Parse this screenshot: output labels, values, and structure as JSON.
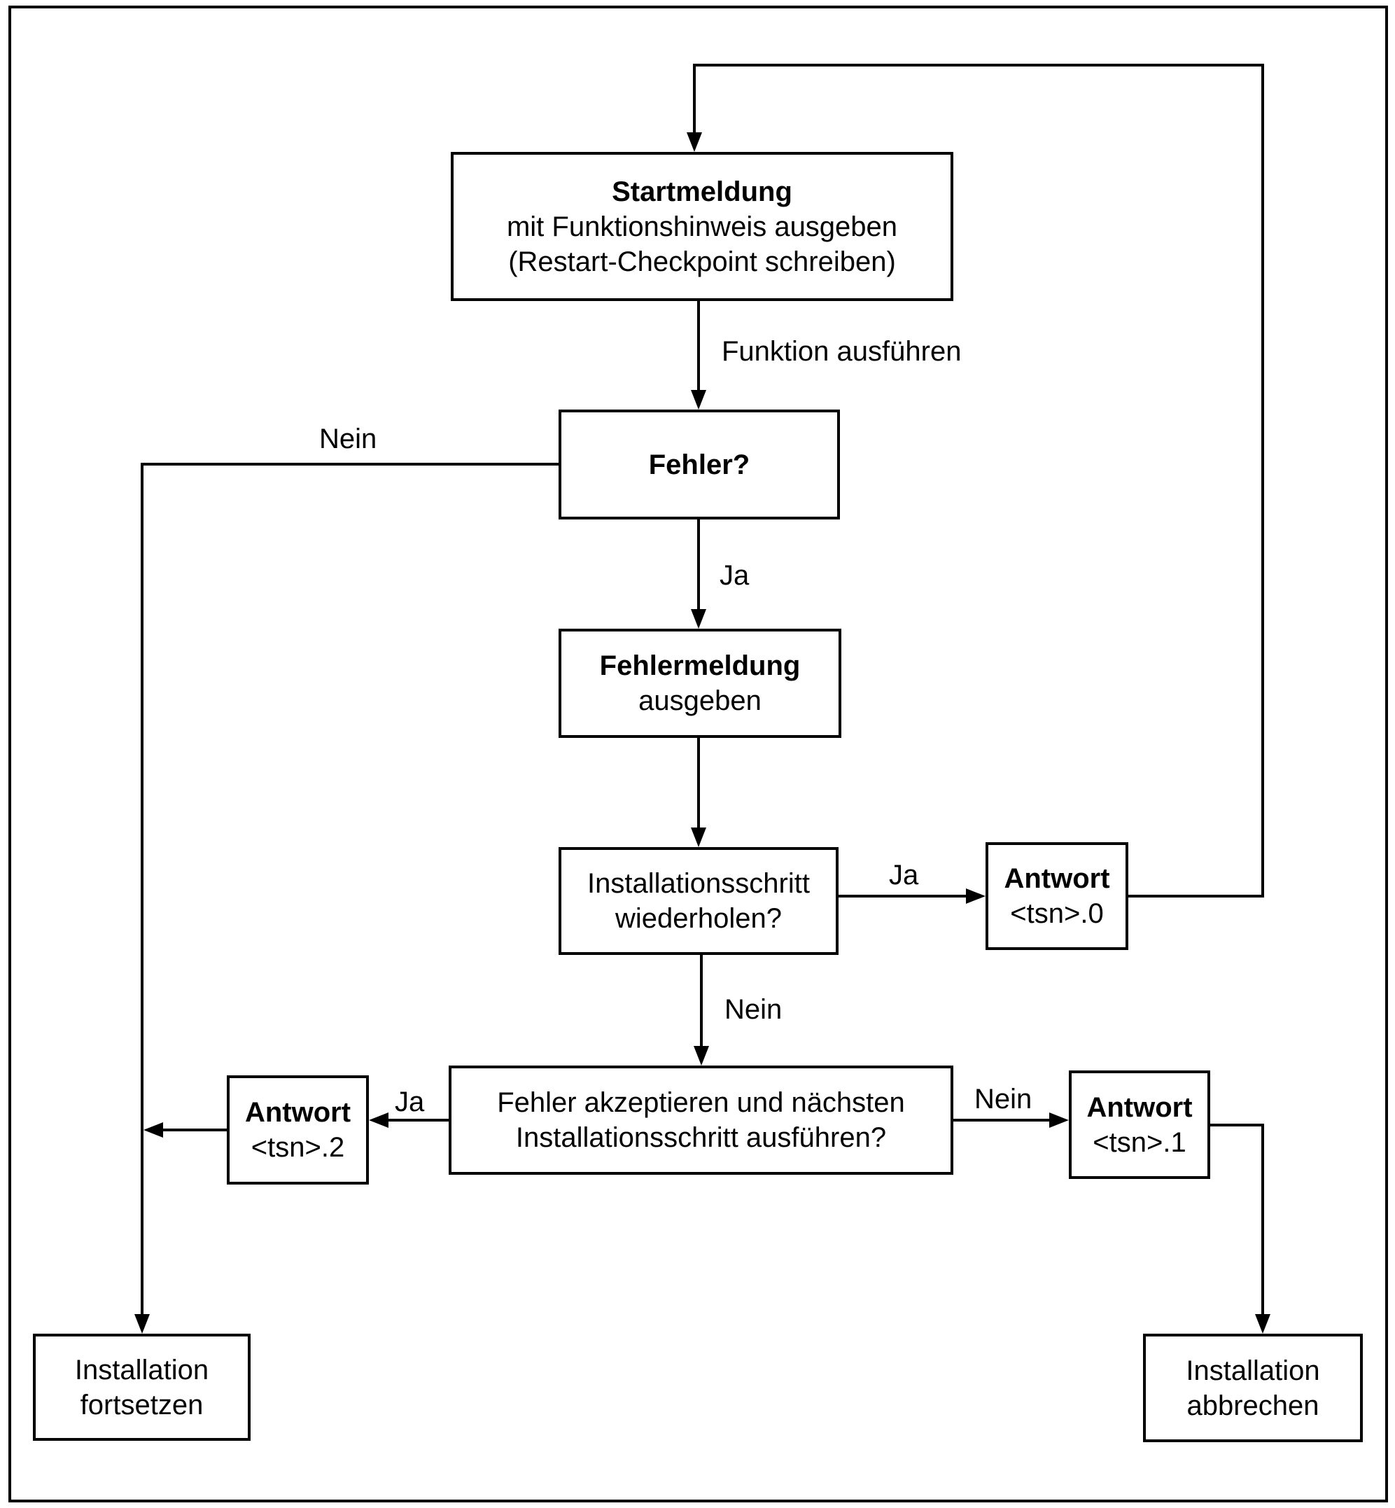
{
  "diagram": {
    "type": "flowchart",
    "language": "de",
    "background_color": "#ffffff",
    "line_color": "#000000",
    "text_color": "#000000"
  },
  "nodes": {
    "start": {
      "lines": [
        "Startmeldung",
        "mit Funktionshinweis ausgeben",
        "(Restart-Checkpoint schreiben)"
      ],
      "emphasis": "first-line-bold"
    },
    "fehler": {
      "lines": [
        "Fehler?"
      ],
      "emphasis": "first-line-bold"
    },
    "fehlermeldung": {
      "lines": [
        "Fehlermeldung",
        "ausgeben"
      ],
      "emphasis": "first-line-bold"
    },
    "schritt": {
      "lines": [
        "Installationsschritt",
        "wiederholen?"
      ],
      "emphasis": "none"
    },
    "antwort0": {
      "lines": [
        "Antwort",
        "<tsn>.0"
      ],
      "emphasis": "first-line-bold"
    },
    "akzeptieren": {
      "lines": [
        "Fehler akzeptieren und nächsten",
        "Installationsschritt ausführen?"
      ],
      "emphasis": "none"
    },
    "antwort2": {
      "lines": [
        "Antwort",
        "<tsn>.2"
      ],
      "emphasis": "first-line-bold"
    },
    "antwort1": {
      "lines": [
        "Antwort",
        "<tsn>.1"
      ],
      "emphasis": "first-line-bold"
    },
    "fortsetzen": {
      "lines": [
        "Installation",
        "fortsetzen"
      ],
      "emphasis": "none"
    },
    "abbrechen": {
      "lines": [
        "Installation",
        "abbrechen"
      ],
      "emphasis": "none"
    }
  },
  "labels": {
    "funktion_ausfuehren": "Funktion ausführen",
    "fehler_ja": "Ja",
    "fehler_nein": "Nein",
    "wiederholen_ja": "Ja",
    "wiederholen_nein": "Nein",
    "akzeptieren_ja": "Ja",
    "akzeptieren_nein": "Nein"
  },
  "edges": [
    {
      "from": "start",
      "to": "fehler",
      "label": "Funktion ausführen"
    },
    {
      "from": "fehler",
      "to": "fehlermeldung",
      "label": "Ja"
    },
    {
      "from": "fehler",
      "to": "fortsetzen",
      "label": "Nein"
    },
    {
      "from": "fehlermeldung",
      "to": "schritt",
      "label": ""
    },
    {
      "from": "schritt",
      "to": "antwort0",
      "label": "Ja"
    },
    {
      "from": "antwort0",
      "to": "start",
      "label": ""
    },
    {
      "from": "schritt",
      "to": "akzeptieren",
      "label": "Nein"
    },
    {
      "from": "akzeptieren",
      "to": "antwort2",
      "label": "Ja"
    },
    {
      "from": "antwort2",
      "to": "fortsetzen",
      "label": ""
    },
    {
      "from": "akzeptieren",
      "to": "antwort1",
      "label": "Nein"
    },
    {
      "from": "antwort1",
      "to": "abbrechen",
      "label": ""
    }
  ]
}
